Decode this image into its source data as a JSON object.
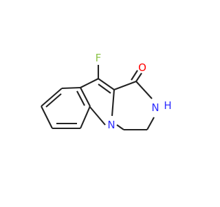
{
  "diagram": {
    "type": "chemical-structure",
    "atom_labels": {
      "fluorine": "F",
      "oxygen": "O",
      "amide_n": "N",
      "amide_h": "H",
      "indole_n": "N"
    },
    "colors": {
      "bond": "#222222",
      "fluorine": "#8cc44a",
      "oxygen": "#ff0000",
      "nitrogen": "#2c2cff"
    }
  }
}
